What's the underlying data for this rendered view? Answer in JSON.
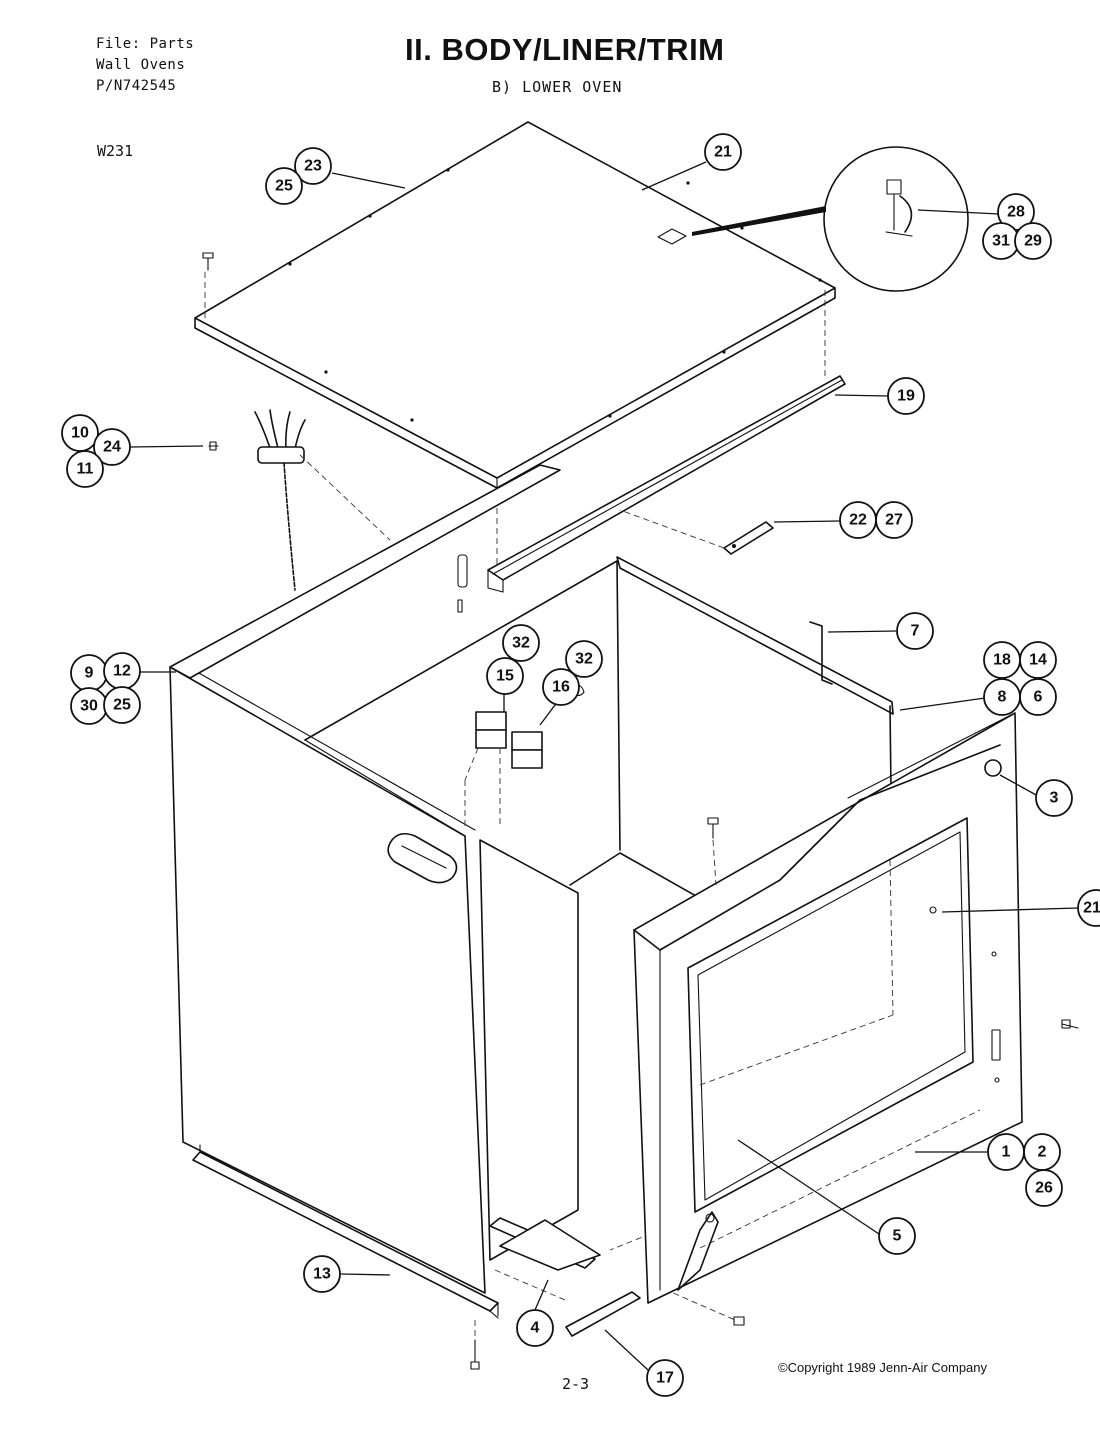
{
  "header": {
    "file_line": "File: Parts",
    "product_line": "Wall Ovens",
    "part_number_line": "P/N742545",
    "title": "II. BODY/LINER/TRIM",
    "subtitle": "B)  LOWER OVEN",
    "model": "W231"
  },
  "footer": {
    "page_number": "2-3",
    "copyright": "©Copyright 1989 Jenn-Air Company"
  },
  "callouts": [
    {
      "key": "c23",
      "label": "23"
    },
    {
      "key": "c25a",
      "label": "25"
    },
    {
      "key": "c21a",
      "label": "21"
    },
    {
      "key": "c28",
      "label": "28"
    },
    {
      "key": "c31",
      "label": "31"
    },
    {
      "key": "c29",
      "label": "29"
    },
    {
      "key": "c19",
      "label": "19"
    },
    {
      "key": "c10",
      "label": "10"
    },
    {
      "key": "c24",
      "label": "24"
    },
    {
      "key": "c11",
      "label": "11"
    },
    {
      "key": "c22",
      "label": "22"
    },
    {
      "key": "c27",
      "label": "27"
    },
    {
      "key": "c7",
      "label": "7"
    },
    {
      "key": "c9",
      "label": "9"
    },
    {
      "key": "c12",
      "label": "12"
    },
    {
      "key": "c30",
      "label": "30"
    },
    {
      "key": "c25b",
      "label": "25"
    },
    {
      "key": "c32a",
      "label": "32"
    },
    {
      "key": "c32b",
      "label": "32"
    },
    {
      "key": "c15",
      "label": "15"
    },
    {
      "key": "c16",
      "label": "16"
    },
    {
      "key": "c18",
      "label": "18"
    },
    {
      "key": "c14",
      "label": "14"
    },
    {
      "key": "c8",
      "label": "8"
    },
    {
      "key": "c6",
      "label": "6"
    },
    {
      "key": "c3",
      "label": "3"
    },
    {
      "key": "c21b",
      "label": "21"
    },
    {
      "key": "c1",
      "label": "1"
    },
    {
      "key": "c2",
      "label": "2"
    },
    {
      "key": "c26",
      "label": "26"
    },
    {
      "key": "c5",
      "label": "5"
    },
    {
      "key": "c13",
      "label": "13"
    },
    {
      "key": "c4",
      "label": "4"
    },
    {
      "key": "c17",
      "label": "17"
    }
  ]
}
